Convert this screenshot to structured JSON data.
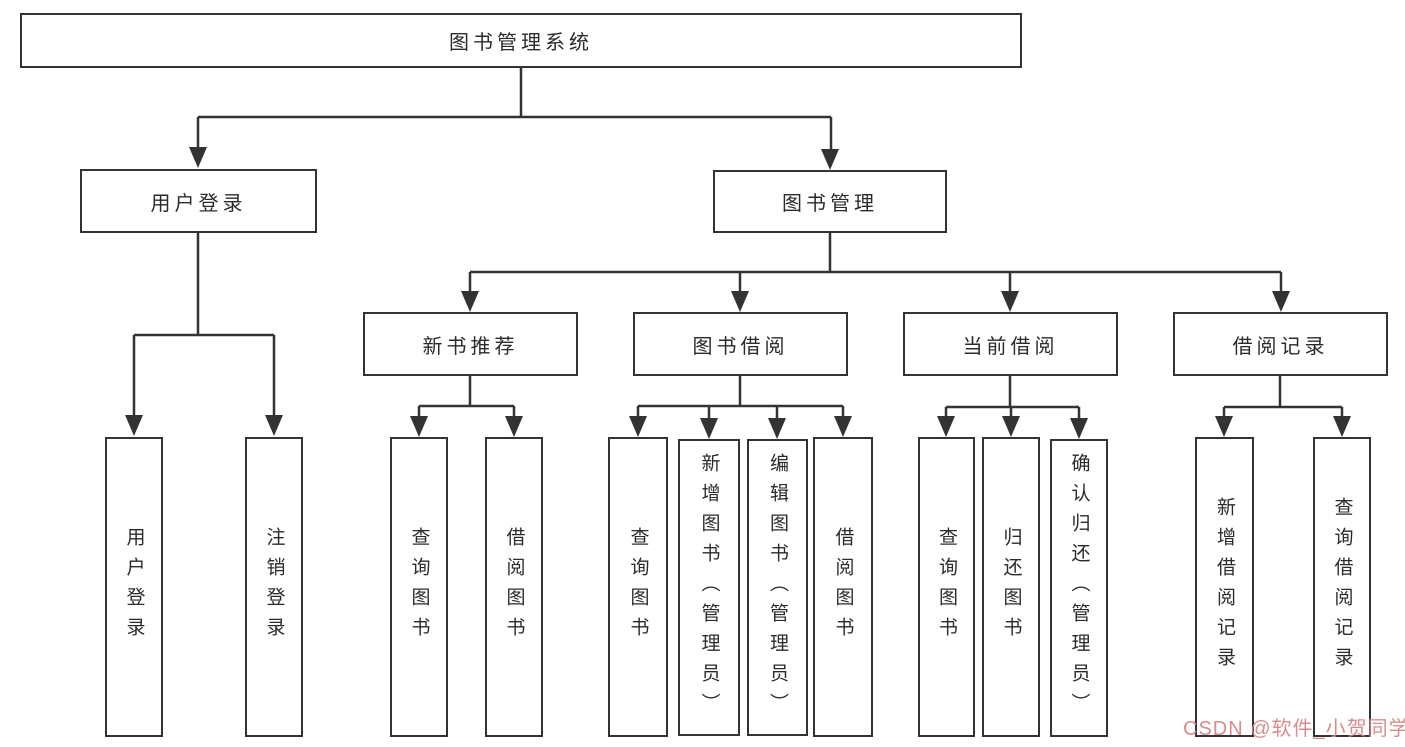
{
  "diagram": {
    "title": "图书管理系统",
    "level1": {
      "user_login": "用户登录",
      "book_mgmt": "图书管理"
    },
    "level2": {
      "new_books": "新书推荐",
      "book_borrow": "图书借阅",
      "current_borrow": "当前借阅",
      "borrow_records": "借阅记录"
    },
    "leaves": {
      "user_login": [
        "用户登录",
        "注销登录"
      ],
      "new_books": [
        "查询图书",
        "借阅图书"
      ],
      "book_borrow": [
        "查询图书",
        "新增图书（管理员）",
        "编辑图书（管理员）",
        "借阅图书"
      ],
      "current_borrow": [
        "查询图书",
        "归还图书",
        "确认归还（管理员）"
      ],
      "borrow_records": [
        "新增借阅记录",
        "查询借阅记录"
      ]
    }
  },
  "watermark": {
    "text": "CSDN @软件_小贺同学",
    "color": "#d68282"
  },
  "colors": {
    "line": "#333333",
    "text": "#2b2b2b",
    "background": "#ffffff"
  }
}
